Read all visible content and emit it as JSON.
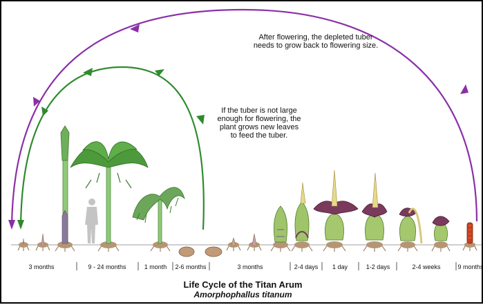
{
  "annotations": {
    "purple_note": "After flowering, the depleted tuber\nneeds to grow back to flowering size.",
    "green_note": "If the tuber is not large\nenough for flowering, the\nplant grows new leaves\nto feed the tuber."
  },
  "timeline": [
    {
      "label": "3 months"
    },
    {
      "label": "9 - 24 months"
    },
    {
      "label": "1 month"
    },
    {
      "label": "2-6 months"
    },
    {
      "label": "3 months"
    },
    {
      "label": "2-4 days"
    },
    {
      "label": "1 day"
    },
    {
      "label": "1-2 days"
    },
    {
      "label": "2-4 weeks"
    },
    {
      "label": "9 months"
    }
  ],
  "caption": {
    "title": "Life Cycle of the Titan Arum",
    "subtitle": "Amorphophallus titanum"
  },
  "colors": {
    "purple_arrow": "#8b2fa8",
    "green_arrow": "#2f8a2f",
    "stem": "#8fc97a",
    "leaf": "#4c9a3c",
    "spathe": "#7a3a5c",
    "spadix": "#e8d98a"
  }
}
